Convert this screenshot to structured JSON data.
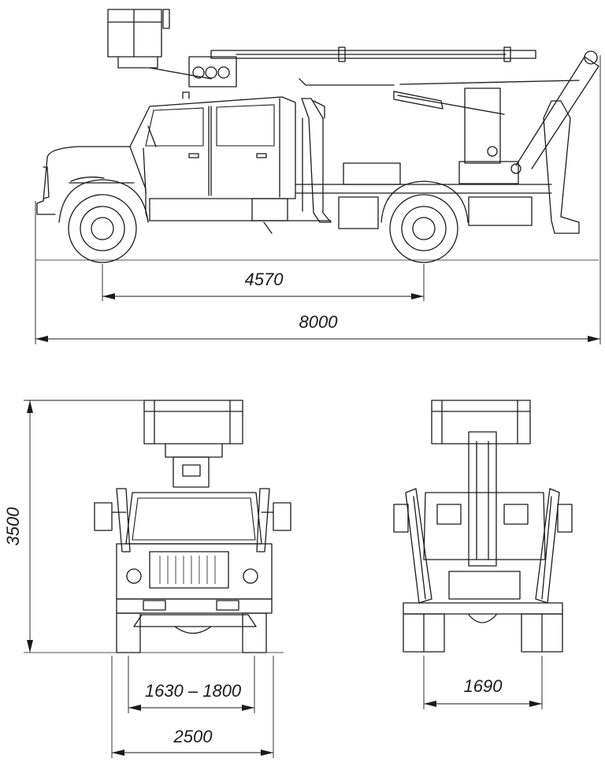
{
  "dimensions": {
    "wheelbase": "4570",
    "overall_length": "8000",
    "overall_height": "3500",
    "front_track": "1630 – 1800",
    "overall_width": "2500",
    "rear_track": "1690"
  }
}
